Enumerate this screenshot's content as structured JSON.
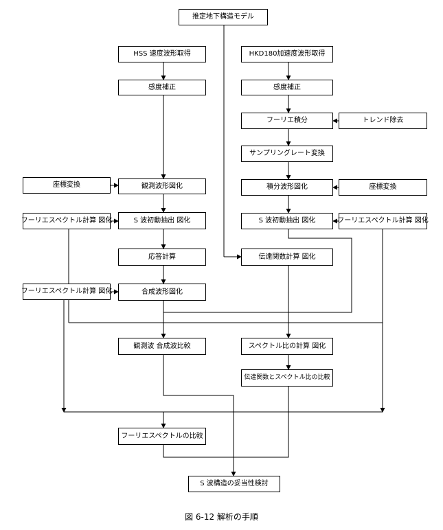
{
  "boxes": {
    "model": "推定地下構造モデル",
    "hss_wave": "HSS 速度波形取得",
    "hss_sens": "感度補正",
    "hss_obs": "観測波形図化",
    "hss_coord": "座標変換",
    "hss_fourier1": "フーリエスペクトル計算  図化",
    "hss_swave": "S 波初動抽出  図化",
    "hss_resp": "応答計算",
    "hss_fourier2": "フーリエスペクトル計算  図化",
    "hss_synth": "合成波形図化",
    "hkd_wave": "HKD180加速度波形取得",
    "hkd_sens": "感度補正",
    "hkd_fourier_int": "フーリエ積分",
    "hkd_trend": "トレンド除去",
    "hkd_resample": "サンプリングレート変換",
    "hkd_integ": "積分波形図化",
    "hkd_coord": "座標変換",
    "hkd_swave": "S 波初動抽出  図化",
    "hkd_fourier": "フーリエスペクトル計算  図化",
    "transfer": "伝達関数計算  図化",
    "compare_obs": "観測波  合成波比較",
    "spectral_ratio": "スペクトル比の計算  図化",
    "transfer_compare": "伝達関数とスペクトル比の比較",
    "fourier_compare": "フーリエスペクトルの比較",
    "final": "S 波構造の妥当性検討"
  },
  "caption": "図 6-12   解析の手順"
}
